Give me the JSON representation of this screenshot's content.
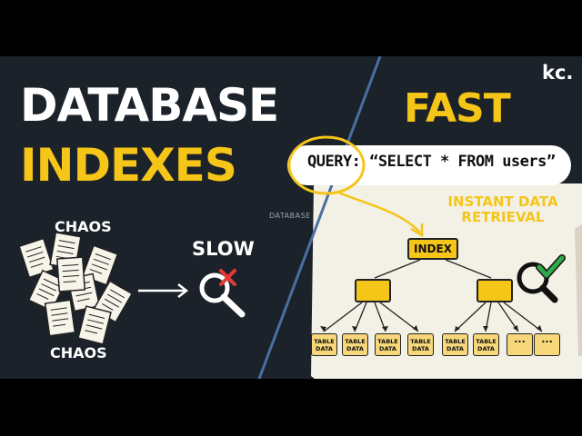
{
  "thumbnail": {
    "title_line1": "DATABASE",
    "title_line2": "INDEXES",
    "logo": "kc.",
    "fast_label": "FAST",
    "query_label": "QUERY:",
    "query_text": "“SELECT * FROM users”",
    "instant_line1": "INSTANT DATA",
    "instant_line2": "RETRIEVAL",
    "watermark": "DATABASE",
    "chaos_top": "CHAOS",
    "chaos_bottom": "CHAOS",
    "slow_label": "SLOW",
    "index_label": "INDEX",
    "leaves": [
      {
        "line1": "TABLE",
        "line2": "DATA"
      },
      {
        "line1": "TABLE",
        "line2": "DATA"
      },
      {
        "line1": "TABLE",
        "line2": "DATA"
      },
      {
        "line1": "TABLE",
        "line2": "DATA"
      },
      {
        "line1": "TABLE",
        "line2": "DATA"
      },
      {
        "line1": "TABLE",
        "line2": "DATA"
      },
      {
        "line1": "...",
        "line2": ""
      },
      {
        "line1": "...",
        "line2": ""
      }
    ],
    "icons": {
      "slow_search": "magnifier-with-red-x-icon",
      "fast_search": "magnifier-with-green-check-icon",
      "papers": "scattered-documents-icon"
    },
    "colors": {
      "accent_yellow": "#f5c518",
      "dark_bg": "#1b2229",
      "paper_bg": "#f3f0e6",
      "error_red": "#e53935",
      "success_green": "#2eaa4a"
    }
  }
}
